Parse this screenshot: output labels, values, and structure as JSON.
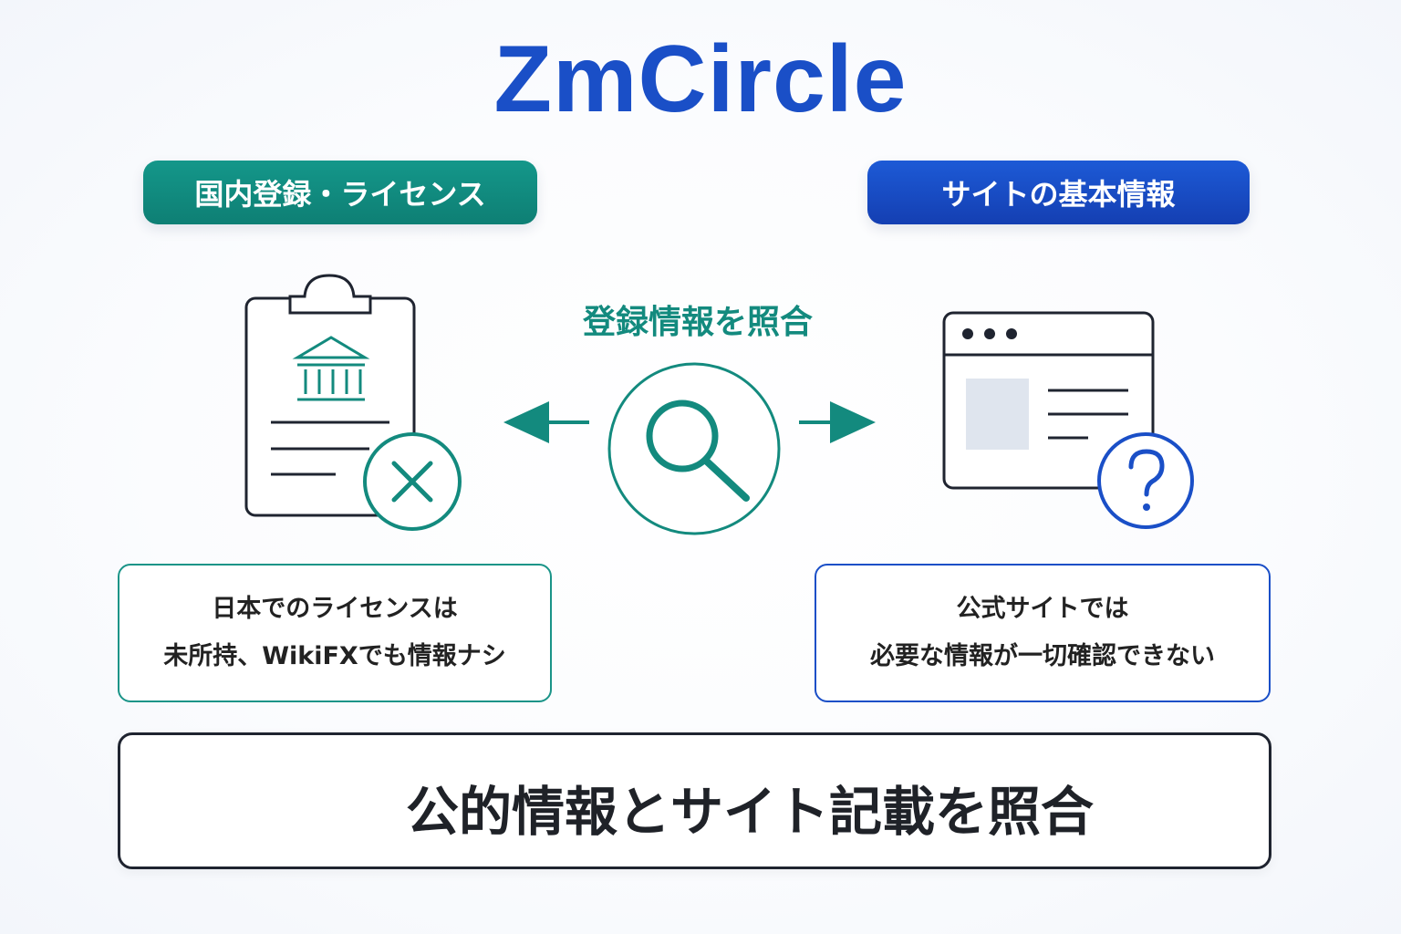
{
  "title": "ZmCircle",
  "left_tag": "国内登録・ライセンス",
  "right_tag": "サイトの基本情報",
  "center_label": "登録情報を照合",
  "left_note": {
    "line1": "日本でのライセンスは",
    "line2": "未所持、WikiFXでも情報ナシ"
  },
  "right_note": {
    "line1": "公式サイトでは",
    "line2": "必要な情報が一切確認できない"
  },
  "bottom_text": "公的情報とサイト記載を照合",
  "colors": {
    "brand_blue": "#1a4fc7",
    "teal": "#138a7e",
    "dark": "#1f2430"
  },
  "icons": [
    "clipboard-bank-icon",
    "x-circle-icon",
    "search-icon",
    "arrow-left-icon",
    "arrow-right-icon",
    "browser-window-icon",
    "question-circle-icon",
    "globe-icon"
  ]
}
